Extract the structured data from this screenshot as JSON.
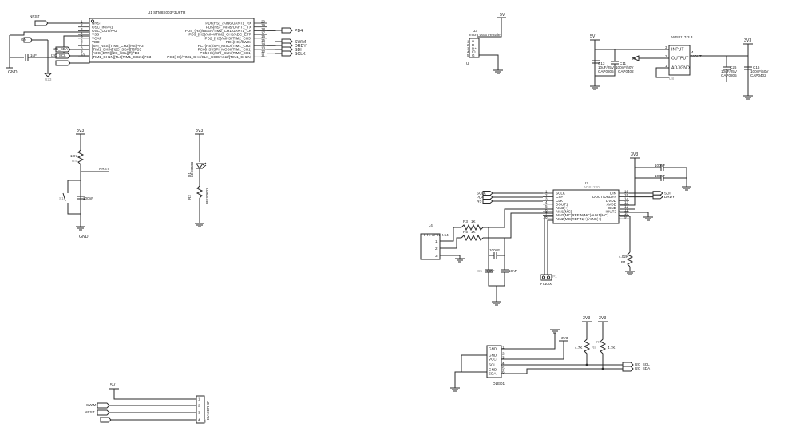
{
  "mcu": {
    "title": "U1  STM8S003F3U6TR",
    "left_pins": [
      "NRST",
      "OSC_IN/PA1",
      "OSC_OUT/PA2",
      "VSS",
      "VCAP",
      "VDD",
      "[SPI_NSS][TIM2_CH3]{HS}PA3",
      "[TIM1_BKIN][I2C_SDA][T]PB5",
      "[ADC_ETR][I2C_SCL][T]PB4",
      "[TIM1_CH1N][TLI][TIM1_CH2N]PC3"
    ],
    "left_nums": [
      "1",
      "2",
      "3",
      "4",
      "5",
      "6",
      "7",
      "8",
      "9",
      "10"
    ],
    "right_pins": [
      "PD6{HS}_/AIN6/UART1_RX",
      "PD5{HS}_/AIN5/UART1_TX",
      "PD4_{HS}/BEEP/TIM2_CH1/UART1_CK",
      "PD3_{HS}/AIN4/TIM2_CH2/ADC_ETR",
      "PD2_{HS}/AIN3/[TIM2_CH3]",
      "PD1{HS}/SWIM",
      "PC7{HS}/SPI_MISO/[TIM1_CH2]",
      "PC6{HS}/SPI_MOSI/[TIM1_CH1]",
      "PC5{HS}/SPI_CLK/[TIM2_CH1]",
      "PC4{HS}/TIM1_CH4/CLK_CCO/AIN2/[TIM1_CH2N]"
    ],
    "right_nums": [
      "20",
      "19",
      "18",
      "17",
      "16",
      "15",
      "14",
      "13",
      "12",
      "11"
    ],
    "ports_right": [
      "PD4",
      "SWIM",
      "DRDY",
      "SDI",
      "SCLK"
    ],
    "net_nrst": "NRST",
    "gnd1": "GND",
    "cap_label": "1uF",
    "i2c_sda": "I2C_SDA",
    "i2c_scl": "I2C_SCL",
    "gnd_u3": "GND",
    "u3_small": "U23"
  },
  "usb": {
    "power": "5V",
    "title": "J3",
    "subtitle": "micro USB Female",
    "pins": [
      "1",
      "2",
      "3",
      "4",
      "5"
    ],
    "pin_labels": [
      "V",
      "D-",
      "D+",
      "ID",
      "G"
    ]
  },
  "regulator": {
    "power_in": "5V",
    "power_out": "3V3",
    "name": "AMS1117-3.3",
    "ref": "U8",
    "pins_left": [
      "INPUT",
      "OUTPUT",
      "ADJ/GND"
    ],
    "pin_nums": [
      "3",
      "2",
      "1"
    ],
    "pin_right": "VOUT",
    "pin_right_num": "4",
    "out_tag": "3V",
    "c_in1": "C13",
    "c_in1_val": "10uF/25V",
    "c_in1_pkg": "CAP0805",
    "c_in2": "C11",
    "c_in2_val": "100nF/50V",
    "c_in2_pkg": "CAP0402",
    "c_out1": "C26",
    "c_out1_val": "10uF/25V",
    "c_out1_pkg": "CAP0805",
    "c_out2": "C16",
    "c_out2_val": "100nF/50V",
    "c_out2_pkg": "CAP0402"
  },
  "reset": {
    "power": "3V3",
    "r_val": "10K",
    "r_ref": "R4",
    "net": "NRST",
    "c_val": "100nF",
    "sw_ref": "S1",
    "gnd": "GND"
  },
  "led": {
    "power": "3V3",
    "led_ref": "D1",
    "led_name": "LED0603",
    "r_ref": "R2",
    "r_name": "RES0603"
  },
  "adc": {
    "ref": "U7",
    "sub": "ADS1220",
    "left_pins": [
      "SCLK",
      "CS#",
      "CLK",
      "DOUT1",
      "AIN3(+)",
      "AIN1(MC)",
      "AIN2(MC)REFIN(MC)/AIN1(MC)",
      "AIN2(MC)REFIN(+)/AIN0(+)"
    ],
    "right_pins": [
      "DIN",
      "DOUT/DRDY#",
      "DVDD",
      "AVDD",
      "GND",
      "IOUT2",
      "",
      ""
    ],
    "left_nums": [
      "1",
      "2",
      "3",
      "4",
      "5",
      "6",
      "7",
      "8"
    ],
    "right_nums": [
      "16",
      "15",
      "14",
      "13",
      "12",
      "11",
      "10",
      "9"
    ],
    "ports_left": [
      "SCLK",
      "PD4",
      "NS"
    ],
    "ports_right": [
      "SDI",
      "DRDY"
    ],
    "power": "3V3",
    "c_top1": "100nF",
    "c_top2": "100nF",
    "conn_ref": "J4",
    "conn_name": "PT4-3PIN-2.54",
    "r_a": "R3",
    "r_a_val": "1K",
    "r_b": "R5",
    "r_b_val": "1K",
    "c_mid": "100nF",
    "c_l": "C5",
    "c_l_val": "10nF",
    "c_r": "10nF",
    "sensor_ref": "P1",
    "sensor": "PT1000",
    "r_ref_name": "R1",
    "r_ref_val": "4.02K"
  },
  "oled": {
    "ref": "OLED1",
    "pins": [
      "GND",
      "GND",
      "VCC",
      "SCL",
      "GND",
      "SDA"
    ],
    "pin_nums": [
      "1",
      "2",
      "3",
      "4",
      "5",
      "6"
    ],
    "vcc": "3V3",
    "pull1": "3V3",
    "pull2": "3V3",
    "r1": "4.7K",
    "r2": "4.7K",
    "p1": "R8",
    "p2": "R9",
    "scl": "I2C_SCL",
    "sda": "I2C_SDA"
  },
  "swim": {
    "power": "5V",
    "ref": "J2",
    "name": "HEADER 4P",
    "nets": [
      "SWIM",
      "NRST"
    ],
    "pins": [
      "1",
      "2",
      "3",
      "4"
    ]
  }
}
